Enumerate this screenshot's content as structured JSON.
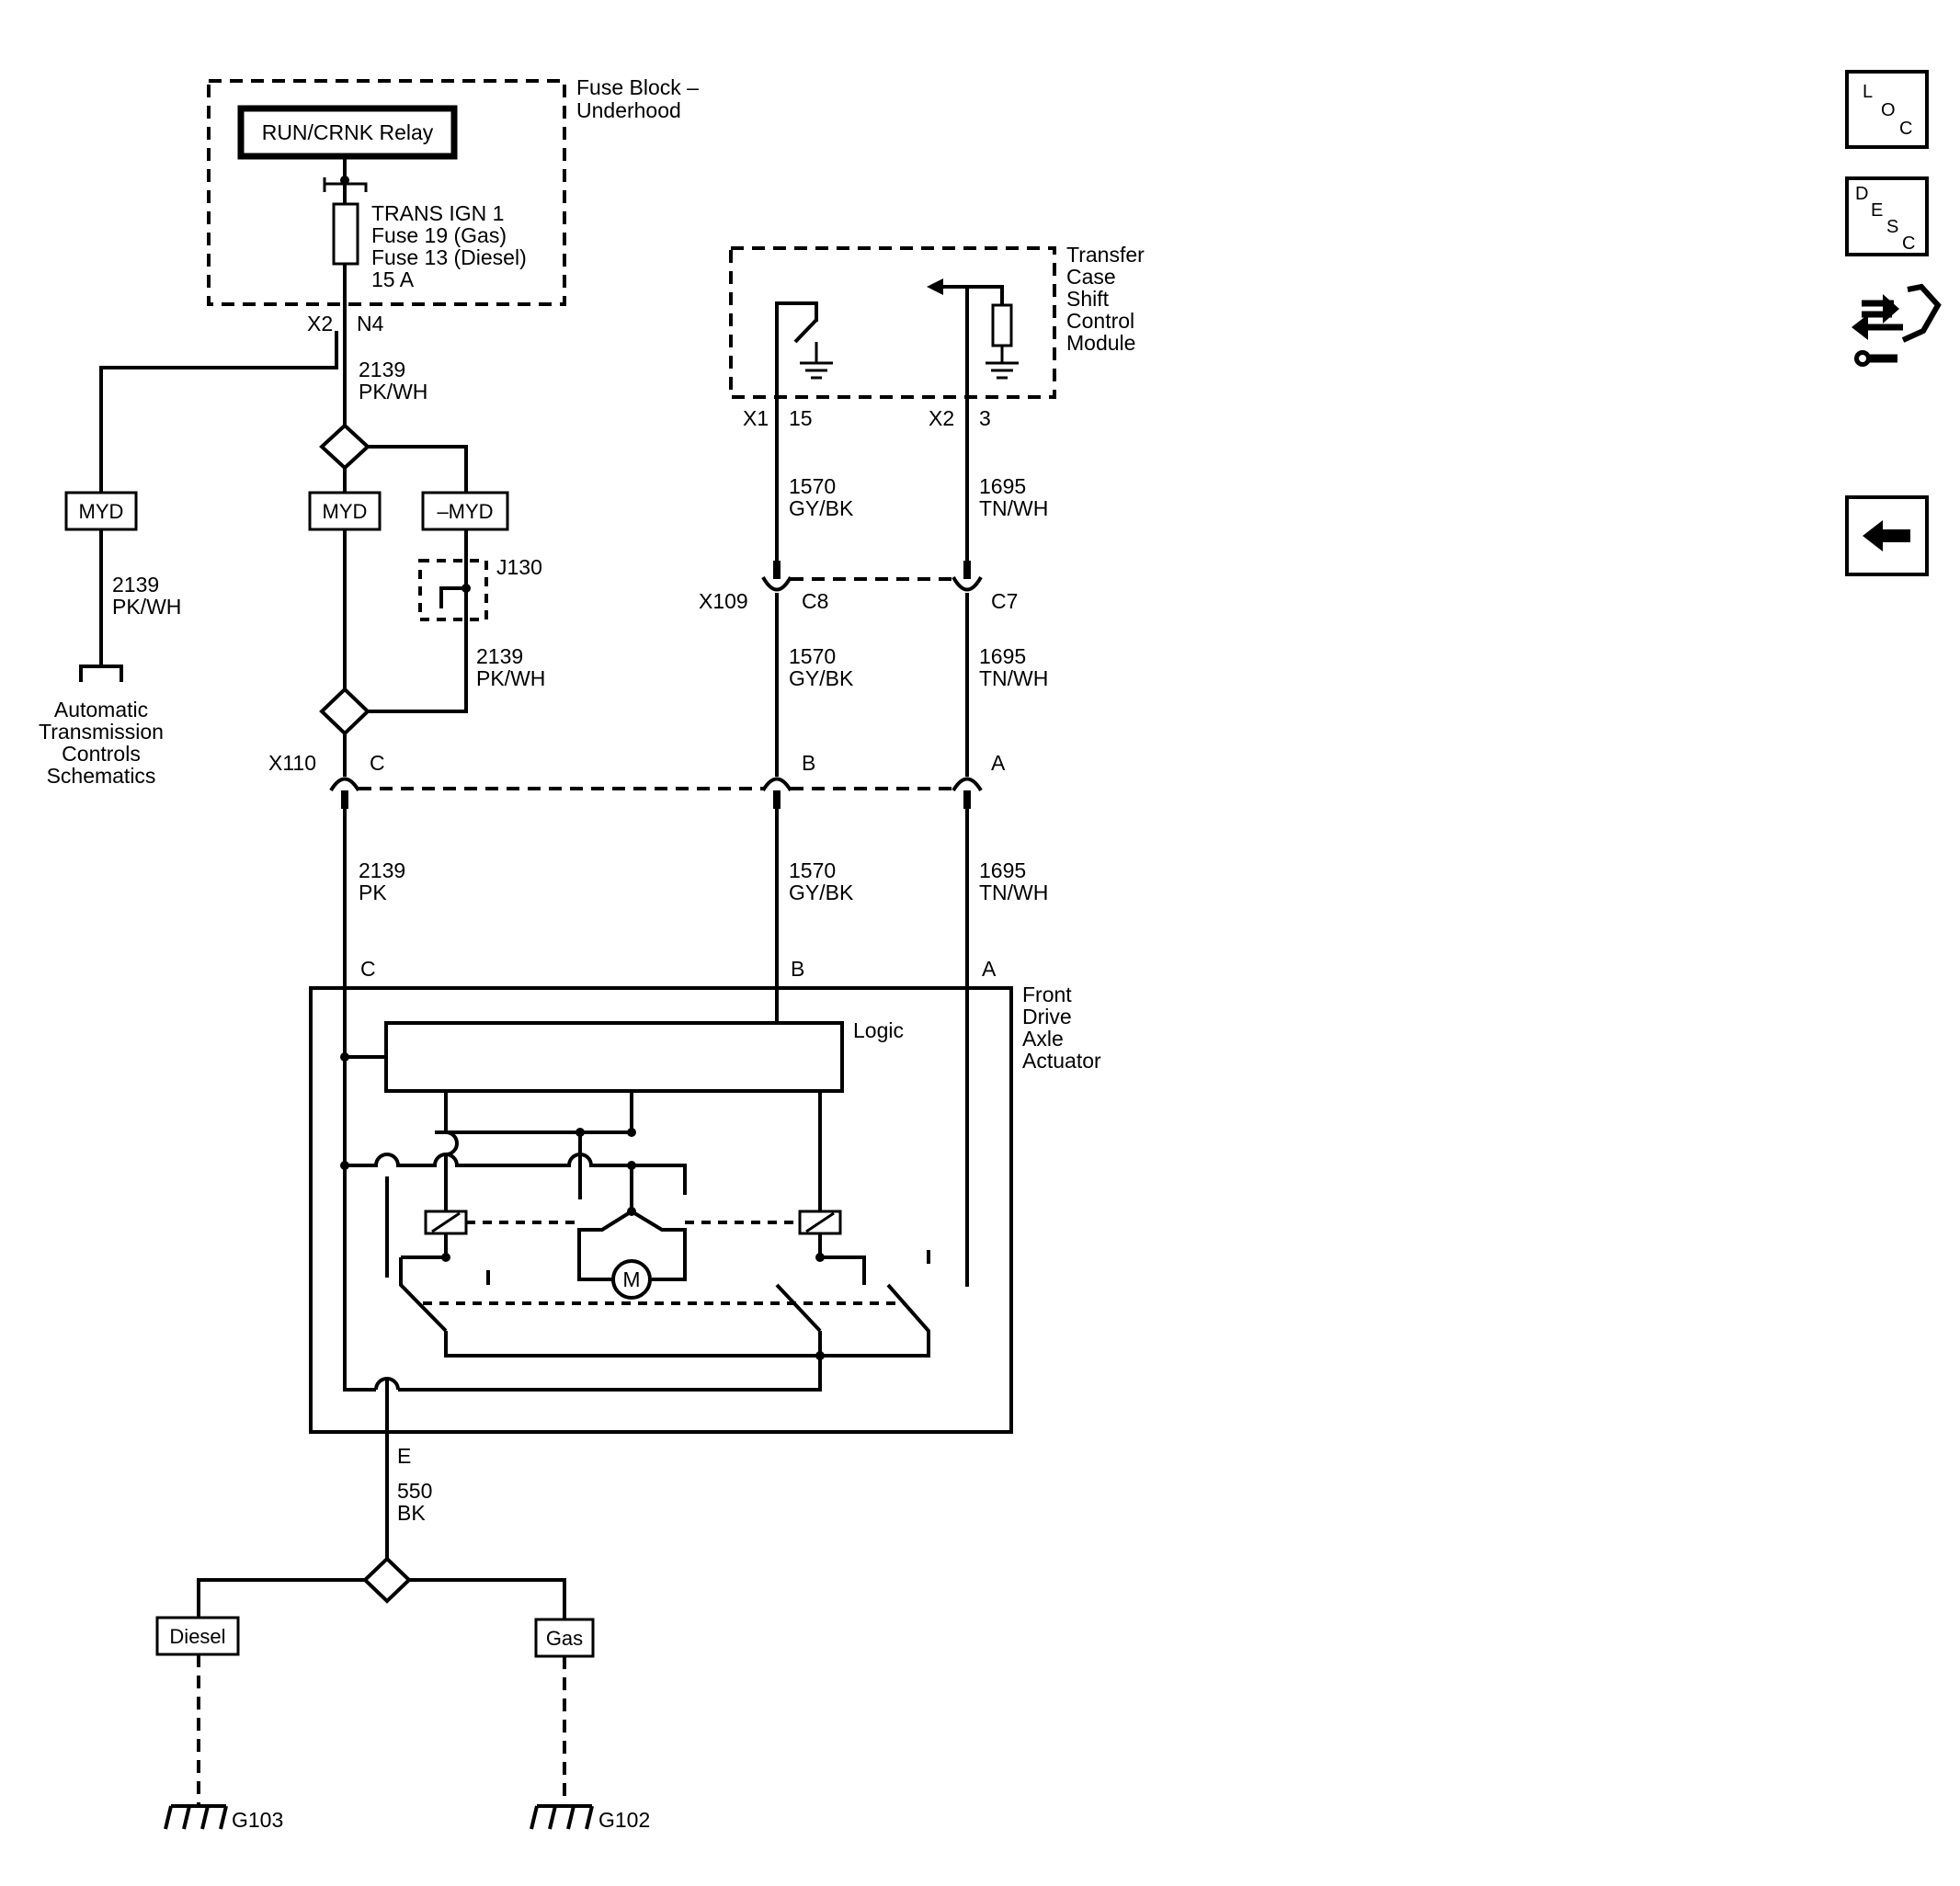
{
  "fuse_block": {
    "title_line1": "Fuse Block –",
    "title_line2": "Underhood",
    "relay": "RUN/CRNK Relay",
    "fuse_line1": "TRANS IGN 1",
    "fuse_line2": "Fuse 19 (Gas)",
    "fuse_line3": "Fuse 13 (Diesel)",
    "fuse_line4": "15 A",
    "conn_x": "X2",
    "conn_pin": "N4"
  },
  "tccm": {
    "line1": "Transfer",
    "line2": "Case",
    "line3": "Shift",
    "line4": "Control",
    "line5": "Module",
    "x1": "X1",
    "x1_pin": "15",
    "x2": "X2",
    "x2_pin": "3"
  },
  "wires": {
    "w2139_a_num": "2139",
    "w2139_a_col": "PK/WH",
    "w2139_b_num": "2139",
    "w2139_b_col": "PK/WH",
    "w2139_c_num": "2139",
    "w2139_c_col": "PK/WH",
    "w2139_d_num": "2139",
    "w2139_d_col": "PK",
    "w1570_a_num": "1570",
    "w1570_a_col": "GY/BK",
    "w1570_b_num": "1570",
    "w1570_b_col": "GY/BK",
    "w1570_c_num": "1570",
    "w1570_c_col": "GY/BK",
    "w1695_a_num": "1695",
    "w1695_a_col": "TN/WH",
    "w1695_b_num": "1695",
    "w1695_b_col": "TN/WH",
    "w1695_c_num": "1695",
    "w1695_c_col": "TN/WH",
    "w550_num": "550",
    "w550_col": "BK"
  },
  "options": {
    "myd_left": "MYD",
    "myd_mid": "MYD",
    "not_myd": "–MYD",
    "diesel": "Diesel",
    "gas": "Gas"
  },
  "splice": {
    "j130": "J130"
  },
  "atc_ref": {
    "line1": "Automatic",
    "line2": "Transmission",
    "line3": "Controls",
    "line4": "Schematics"
  },
  "connectors": {
    "x109": "X109",
    "x109_c8": "C8",
    "x109_c7": "C7",
    "x110": "X110",
    "x110_c": "C",
    "x110_b": "B",
    "x110_a": "A"
  },
  "actuator": {
    "line1": "Front",
    "line2": "Drive",
    "line3": "Axle",
    "line4": "Actuator",
    "logic": "Logic",
    "pin_c": "C",
    "pin_b": "B",
    "pin_a": "A",
    "pin_e": "E",
    "motor": "M"
  },
  "grounds": {
    "g103": "G103",
    "g102": "G102"
  },
  "nav": {
    "loc": [
      "L",
      "O",
      "C"
    ],
    "desc": [
      "D",
      "E",
      "S",
      "C"
    ]
  }
}
